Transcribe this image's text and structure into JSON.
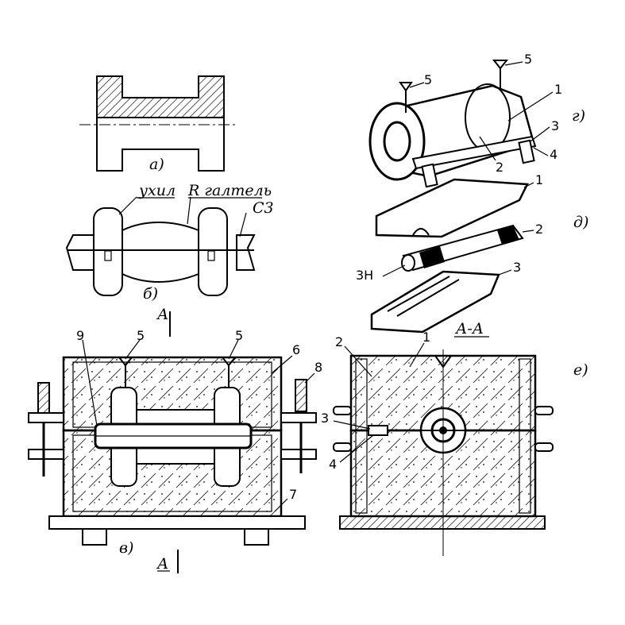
{
  "labels": {
    "a": "а)",
    "b": "б)",
    "v": "в)",
    "g": "г)",
    "d": "д)",
    "e": "е)",
    "section_top": "А",
    "section_bottom": "А",
    "section_view": "А-А"
  },
  "annotations": {
    "ukhil": "ухил",
    "galtel": "R галтель",
    "c3": "С3",
    "zn": "3Н"
  },
  "numbers": {
    "n1": "1",
    "n2": "2",
    "n3": "3",
    "n4": "4",
    "n5": "5",
    "n6": "6",
    "n7": "7",
    "n8": "8",
    "n9": "9"
  }
}
